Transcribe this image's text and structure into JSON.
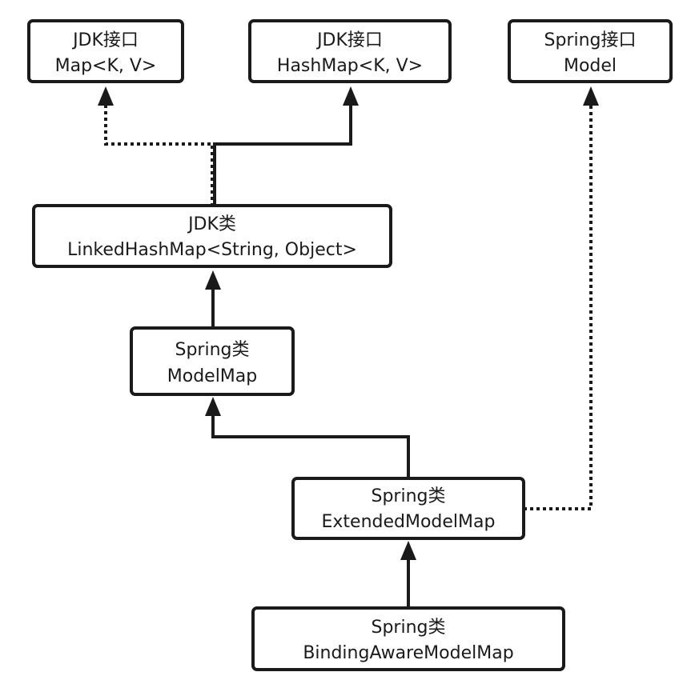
{
  "nodes": {
    "jdk_map": {
      "line1": "JDK接口",
      "line2": "Map<K, V>"
    },
    "jdk_hashmap": {
      "line1": "JDK接口",
      "line2": "HashMap<K, V>"
    },
    "spring_model": {
      "line1": "Spring接口",
      "line2": "Model"
    },
    "linked_hashmap": {
      "line1": "JDK类",
      "line2": "LinkedHashMap<String, Object>"
    },
    "model_map": {
      "line1": "Spring类",
      "line2": "ModelMap"
    },
    "extended_model_map": {
      "line1": "Spring类",
      "line2": "ExtendedModelMap"
    },
    "binding_aware_model_map": {
      "line1": "Spring类",
      "line2": "BindingAwareModelMap"
    }
  },
  "edges": [
    {
      "from": "linked_hashmap",
      "to": "jdk_map",
      "style": "dotted"
    },
    {
      "from": "linked_hashmap",
      "to": "jdk_hashmap",
      "style": "solid"
    },
    {
      "from": "model_map",
      "to": "linked_hashmap",
      "style": "solid"
    },
    {
      "from": "extended_model_map",
      "to": "model_map",
      "style": "solid"
    },
    {
      "from": "extended_model_map",
      "to": "spring_model",
      "style": "dotted"
    },
    {
      "from": "binding_aware_model_map",
      "to": "extended_model_map",
      "style": "solid"
    }
  ],
  "colors": {
    "stroke": "#1a1a1a",
    "background": "#ffffff"
  }
}
